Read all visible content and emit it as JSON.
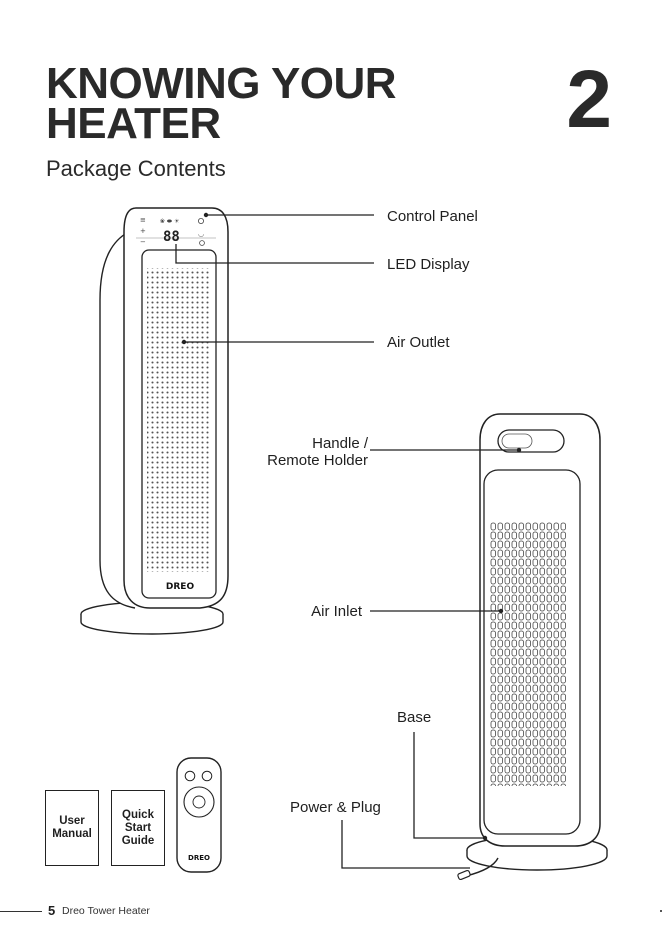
{
  "header": {
    "title_line1": "KNOWING YOUR",
    "title_line2": "HEATER",
    "chapter_number": "2",
    "subtitle": "Package Contents"
  },
  "callouts": {
    "control_panel": "Control Panel",
    "led_display": "LED Display",
    "air_outlet": "Air Outlet",
    "handle_line1": "Handle /",
    "handle_line2": "Remote Holder",
    "air_inlet": "Air Inlet",
    "base": "Base",
    "power_plug": "Power & Plug"
  },
  "accessories": {
    "user_manual_line1": "User",
    "user_manual_line2": "Manual",
    "quick_guide_line1": "Quick",
    "quick_guide_line2": "Start",
    "quick_guide_line3": "Guide"
  },
  "display": {
    "led_digits": "88"
  },
  "brand": {
    "logo": "DREO"
  },
  "footer": {
    "page_number": "5",
    "product_name": "Dreo Tower Heater"
  }
}
